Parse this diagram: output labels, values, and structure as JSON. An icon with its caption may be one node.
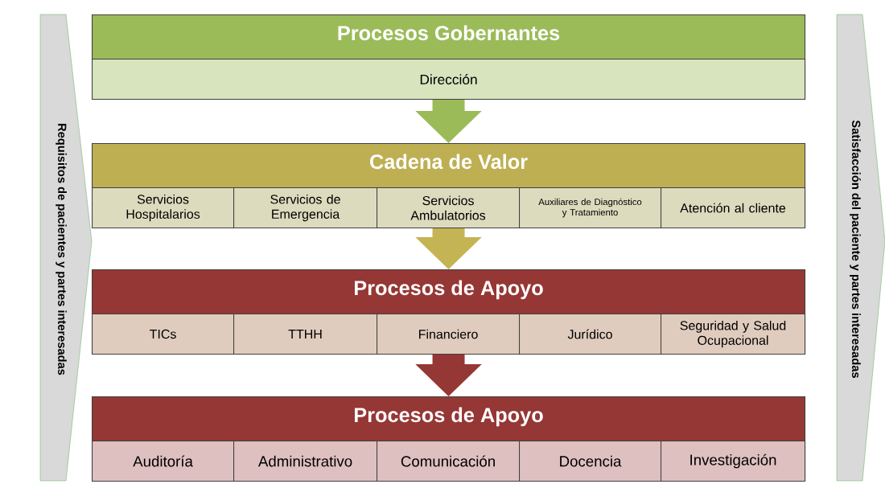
{
  "diagram": {
    "nodes": [
      {
        "text": [
          "Requisitos de pacientes y partes interesadas"
        ]
      },
      {
        "text": [
          "Procesos Gobernantes"
        ]
      },
      {
        "text": [
          "Dirección"
        ],
        "in": 1
      },
      {
        "text": [
          "Cadena de Valor"
        ]
      },
      {
        "text": [
          "Servicios Hospitalarios"
        ],
        "in": 3
      },
      {
        "text": [
          "Servicios de Emergencia"
        ],
        "in": 3
      },
      {
        "text": [
          "Servicios Ambulatorios"
        ],
        "in": 3
      },
      {
        "text": [
          "Auxiliares de Diagnóstico y Tratamiento"
        ],
        "in": 3
      },
      {
        "text": [
          "Atención al cliente"
        ],
        "in": 3
      },
      {
        "text": [
          "Procesos de Apoyo"
        ]
      },
      {
        "text": [
          "TICs"
        ],
        "in": 9
      },
      {
        "text": [
          "TTHH"
        ],
        "in": 9
      },
      {
        "text": [
          "Financiero"
        ],
        "in": 9
      },
      {
        "text": [
          "Jurídico"
        ],
        "in": 9
      },
      {
        "text": [
          "Seguridad y Salud Ocupacional"
        ],
        "in": 9
      },
      {
        "text": [
          "Procesos de Apoyo"
        ]
      },
      {
        "text": [
          "Auditoría"
        ],
        "in": 15
      },
      {
        "text": [
          "Administrativo"
        ],
        "in": 15
      },
      {
        "text": [
          "Comunicación"
        ],
        "in": 15
      },
      {
        "text": [
          "Docencia"
        ],
        "in": 15
      },
      {
        "text": [
          "Investigación"
        ],
        "in": 15
      },
      {
        "text": [
          "Satisfacción del paciente y partes interesadas"
        ]
      }
    ],
    "edges": [
      {
        "from": 1,
        "to": 3,
        "arrow": "to",
        "color": "#9bbb59"
      },
      {
        "from": 3,
        "to": 9,
        "arrow": "to",
        "color": "#c4b454"
      },
      {
        "from": 9,
        "to": 15,
        "arrow": "to",
        "color": "#953735"
      }
    ]
  }
}
